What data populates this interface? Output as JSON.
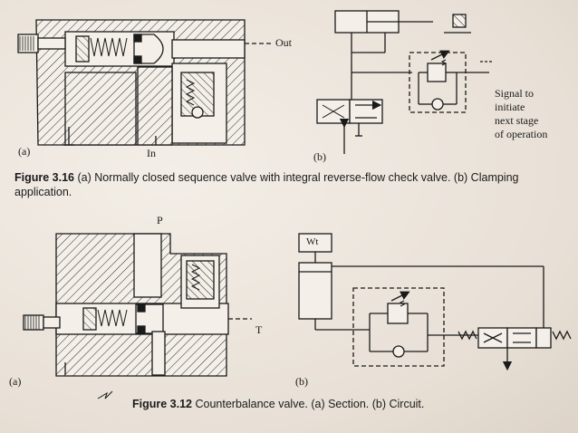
{
  "top_figure": {
    "label_a": "(a)",
    "label_b": "(b)",
    "out_label": "Out",
    "in_label": "In",
    "signal_label": [
      "Signal to",
      "initiate",
      "next stage",
      "of operation"
    ],
    "caption_number": "Figure 3.16",
    "caption_text": "(a) Normally closed sequence valve with integral reverse-flow check valve. (b) Clamping application."
  },
  "bottom_figure": {
    "label_a": "(a)",
    "label_b": "(b)",
    "p_label": "P",
    "t_label": "T",
    "weight_label": "Wt",
    "caption_number": "Figure 3.12",
    "caption_text": "Counterbalance valve. (a) Section. (b) Circuit."
  }
}
